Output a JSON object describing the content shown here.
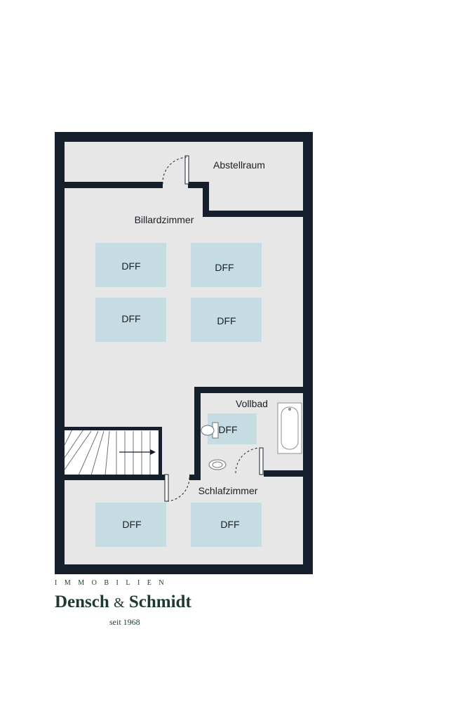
{
  "rooms": {
    "abstellraum": "Abstellraum",
    "billardzimmer": "Billardzimmer",
    "vollbad": "Vollbad",
    "schlafzimmer": "Schlafzimmer"
  },
  "windows": {
    "dff1": "DFF",
    "dff2": "DFF",
    "dff3": "DFF",
    "dff4": "DFF",
    "dff5": "DFF",
    "dff6": "DFF",
    "dff7": "DFF"
  },
  "brand": {
    "tagline": "IMMOBILIEN",
    "name_part1": "Densch",
    "ampersand": "&",
    "name_part2": "Schmidt",
    "since": "seit 1968"
  },
  "colors": {
    "wall": "#15202c",
    "floor": "#e7e7e8",
    "window": "#c5dde2",
    "brand": "#1d3a2c"
  }
}
